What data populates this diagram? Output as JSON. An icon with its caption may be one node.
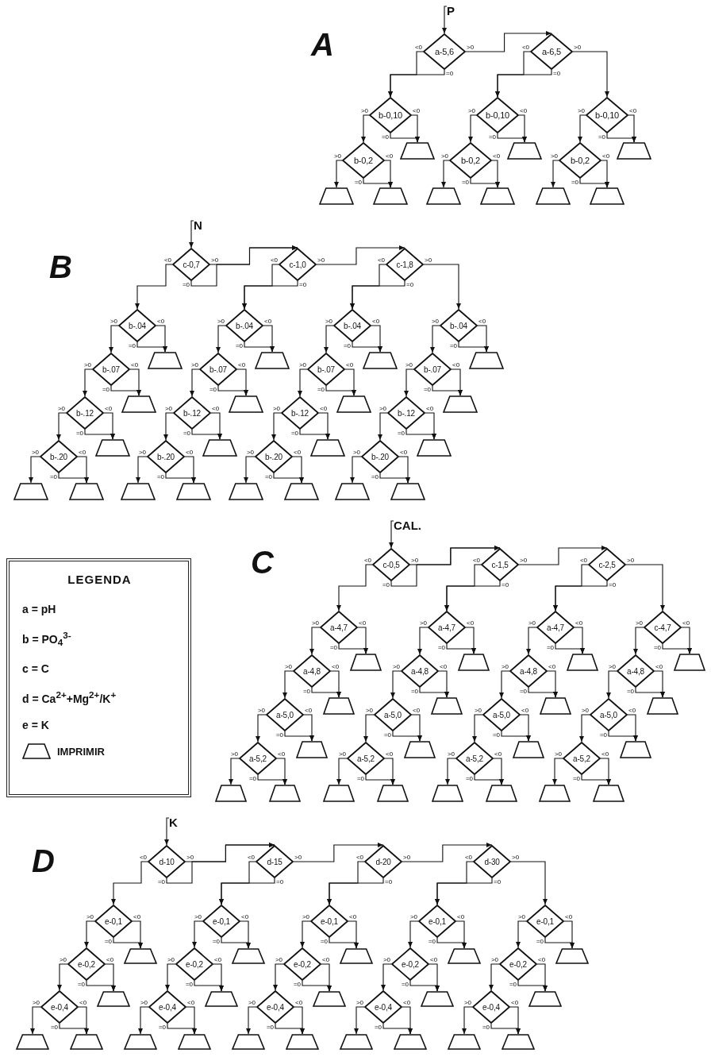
{
  "diagram": {
    "nodes": [
      {
        "text": [
          "P"
        ]
      },
      {
        "text": [
          "a-5,6"
        ]
      },
      {
        "text": [
          "a-6,5"
        ]
      },
      {
        "text": [
          "b-0,10"
        ]
      },
      {
        "text": [],
        "shape": "trapezoid"
      },
      {
        "text": [
          "b-0,2"
        ]
      },
      {
        "text": [],
        "shape": "trapezoid"
      },
      {
        "text": [],
        "shape": "trapezoid"
      },
      {
        "text": [
          "b-0,10"
        ]
      },
      {
        "text": [],
        "shape": "trapezoid"
      },
      {
        "text": [
          "b-0,2"
        ]
      },
      {
        "text": [],
        "shape": "trapezoid"
      },
      {
        "text": [],
        "shape": "trapezoid"
      },
      {
        "text": [
          "b-0,10"
        ]
      },
      {
        "text": [],
        "shape": "trapezoid"
      },
      {
        "text": [
          "b-0,2"
        ]
      },
      {
        "text": [],
        "shape": "trapezoid"
      },
      {
        "text": [],
        "shape": "trapezoid"
      },
      {
        "text": [
          "N"
        ]
      },
      {
        "text": [
          "c-0,7"
        ]
      },
      {
        "text": [
          "c-1,0"
        ]
      },
      {
        "text": [
          "c-1,8"
        ]
      },
      {
        "text": [
          "b-.04"
        ]
      },
      {
        "text": [],
        "shape": "trapezoid"
      },
      {
        "text": [
          "b-.07"
        ]
      },
      {
        "text": [],
        "shape": "trapezoid"
      },
      {
        "text": [
          "b-.12"
        ]
      },
      {
        "text": [],
        "shape": "trapezoid"
      },
      {
        "text": [
          "b-.20"
        ]
      },
      {
        "text": [],
        "shape": "trapezoid"
      },
      {
        "text": [],
        "shape": "trapezoid"
      },
      {
        "text": [
          "b-.04"
        ]
      },
      {
        "text": [],
        "shape": "trapezoid"
      },
      {
        "text": [
          "b-.07"
        ]
      },
      {
        "text": [],
        "shape": "trapezoid"
      },
      {
        "text": [
          "b-.12"
        ]
      },
      {
        "text": [],
        "shape": "trapezoid"
      },
      {
        "text": [
          "b-.20"
        ]
      },
      {
        "text": [],
        "shape": "trapezoid"
      },
      {
        "text": [],
        "shape": "trapezoid"
      },
      {
        "text": [
          "b-.04"
        ]
      },
      {
        "text": [],
        "shape": "trapezoid"
      },
      {
        "text": [
          "b-.07"
        ]
      },
      {
        "text": [],
        "shape": "trapezoid"
      },
      {
        "text": [
          "b-.12"
        ]
      },
      {
        "text": [],
        "shape": "trapezoid"
      },
      {
        "text": [
          "b-.20"
        ]
      },
      {
        "text": [],
        "shape": "trapezoid"
      },
      {
        "text": [],
        "shape": "trapezoid"
      },
      {
        "text": [
          "b-.04"
        ]
      },
      {
        "text": [],
        "shape": "trapezoid"
      },
      {
        "text": [
          "b-.07"
        ]
      },
      {
        "text": [],
        "shape": "trapezoid"
      },
      {
        "text": [
          "b-.12"
        ]
      },
      {
        "text": [],
        "shape": "trapezoid"
      },
      {
        "text": [
          "b-.20"
        ]
      },
      {
        "text": [],
        "shape": "trapezoid"
      },
      {
        "text": [],
        "shape": "trapezoid"
      },
      {
        "text": [
          "CAL."
        ]
      },
      {
        "text": [
          "c-0,5"
        ]
      },
      {
        "text": [
          "c-1,5"
        ]
      },
      {
        "text": [
          "c-2,5"
        ]
      },
      {
        "text": [
          "a-4,7"
        ]
      },
      {
        "text": [],
        "shape": "trapezoid"
      },
      {
        "text": [
          "a-4,8"
        ]
      },
      {
        "text": [],
        "shape": "trapezoid"
      },
      {
        "text": [
          "a-5,0"
        ]
      },
      {
        "text": [],
        "shape": "trapezoid"
      },
      {
        "text": [
          "a-5,2"
        ]
      },
      {
        "text": [],
        "shape": "trapezoid"
      },
      {
        "text": [],
        "shape": "trapezoid"
      },
      {
        "text": [
          "a-4,7"
        ]
      },
      {
        "text": [],
        "shape": "trapezoid"
      },
      {
        "text": [
          "a-4,8"
        ]
      },
      {
        "text": [],
        "shape": "trapezoid"
      },
      {
        "text": [
          "a-5,0"
        ]
      },
      {
        "text": [],
        "shape": "trapezoid"
      },
      {
        "text": [
          "a-5,2"
        ]
      },
      {
        "text": [],
        "shape": "trapezoid"
      },
      {
        "text": [],
        "shape": "trapezoid"
      },
      {
        "text": [
          "a-4,7"
        ]
      },
      {
        "text": [],
        "shape": "trapezoid"
      },
      {
        "text": [
          "a-4,8"
        ]
      },
      {
        "text": [],
        "shape": "trapezoid"
      },
      {
        "text": [
          "a-5,0"
        ]
      },
      {
        "text": [],
        "shape": "trapezoid"
      },
      {
        "text": [
          "a-5,2"
        ]
      },
      {
        "text": [],
        "shape": "trapezoid"
      },
      {
        "text": [],
        "shape": "trapezoid"
      },
      {
        "text": [
          "c-4,7"
        ]
      },
      {
        "text": [],
        "shape": "trapezoid"
      },
      {
        "text": [
          "a-4,8"
        ]
      },
      {
        "text": [],
        "shape": "trapezoid"
      },
      {
        "text": [
          "a-5,0"
        ]
      },
      {
        "text": [],
        "shape": "trapezoid"
      },
      {
        "text": [
          "a-5,2"
        ]
      },
      {
        "text": [],
        "shape": "trapezoid"
      },
      {
        "text": [],
        "shape": "trapezoid"
      },
      {
        "text": [
          "K"
        ]
      },
      {
        "text": [
          "d-10"
        ]
      },
      {
        "text": [
          "d-15"
        ]
      },
      {
        "text": [
          "d-20"
        ]
      },
      {
        "text": [
          "d-30"
        ]
      },
      {
        "text": [
          "e-0,1"
        ]
      },
      {
        "text": [],
        "shape": "trapezoid"
      },
      {
        "text": [
          "e-0,2"
        ]
      },
      {
        "text": [],
        "shape": "trapezoid"
      },
      {
        "text": [
          "e-0,4"
        ]
      },
      {
        "text": [],
        "shape": "trapezoid"
      },
      {
        "text": [],
        "shape": "trapezoid"
      },
      {
        "text": [
          "e-0,1"
        ]
      },
      {
        "text": [],
        "shape": "trapezoid"
      },
      {
        "text": [
          "e-0,2"
        ]
      },
      {
        "text": [],
        "shape": "trapezoid"
      },
      {
        "text": [
          "e-0,4"
        ]
      },
      {
        "text": [],
        "shape": "trapezoid"
      },
      {
        "text": [],
        "shape": "trapezoid"
      },
      {
        "text": [
          "e-0,1"
        ]
      },
      {
        "text": [],
        "shape": "trapezoid"
      },
      {
        "text": [
          "e-0,2"
        ]
      },
      {
        "text": [],
        "shape": "trapezoid"
      },
      {
        "text": [
          "e-0,4"
        ]
      },
      {
        "text": [],
        "shape": "trapezoid"
      },
      {
        "text": [],
        "shape": "trapezoid"
      },
      {
        "text": [
          "e-0,1"
        ]
      },
      {
        "text": [],
        "shape": "trapezoid"
      },
      {
        "text": [
          "e-0,2"
        ]
      },
      {
        "text": [],
        "shape": "trapezoid"
      },
      {
        "text": [
          "e-0,4"
        ]
      },
      {
        "text": [],
        "shape": "trapezoid"
      },
      {
        "text": [],
        "shape": "trapezoid"
      },
      {
        "text": [
          "e-0,1"
        ]
      },
      {
        "text": [],
        "shape": "trapezoid"
      },
      {
        "text": [
          "e-0,2"
        ]
      },
      {
        "text": [],
        "shape": "trapezoid"
      },
      {
        "text": [
          "e-0,4"
        ]
      },
      {
        "text": [],
        "shape": "trapezoid"
      },
      {
        "text": [],
        "shape": "trapezoid"
      }
    ],
    "edges": [
      {
        "from": 0,
        "to": 1,
        "arrow": "to"
      },
      {
        "from": 1,
        "to": 3,
        "arrow": "to",
        "label": "<0"
      },
      {
        "from": 1,
        "to": 3,
        "arrow": "to",
        "label": "=0"
      },
      {
        "from": 1,
        "to": 2,
        "arrow": "to",
        "label": ">0"
      },
      {
        "from": 2,
        "to": 8,
        "arrow": "to",
        "label": "<0"
      },
      {
        "from": 2,
        "to": 8,
        "arrow": "to",
        "label": "=0"
      },
      {
        "from": 2,
        "to": 13,
        "arrow": "to",
        "label": ">0"
      },
      {
        "from": 3,
        "to": 5,
        "arrow": "to",
        "label": ">0"
      },
      {
        "from": 3,
        "to": 4,
        "arrow": "to",
        "label": "=0"
      },
      {
        "from": 3,
        "to": 4,
        "arrow": "to",
        "label": "<0"
      },
      {
        "from": 5,
        "to": 6,
        "arrow": "to",
        "label": ">0"
      },
      {
        "from": 5,
        "to": 7,
        "arrow": "to",
        "label": "=0"
      },
      {
        "from": 5,
        "to": 7,
        "arrow": "to",
        "label": "<0"
      },
      {
        "from": 8,
        "to": 10,
        "arrow": "to",
        "label": ">0"
      },
      {
        "from": 8,
        "to": 9,
        "arrow": "to",
        "label": "=0"
      },
      {
        "from": 8,
        "to": 9,
        "arrow": "to",
        "label": "<0"
      },
      {
        "from": 10,
        "to": 11,
        "arrow": "to",
        "label": ">0"
      },
      {
        "from": 10,
        "to": 12,
        "arrow": "to",
        "label": "=0"
      },
      {
        "from": 10,
        "to": 12,
        "arrow": "to",
        "label": "<0"
      },
      {
        "from": 13,
        "to": 15,
        "arrow": "to",
        "label": ">0"
      },
      {
        "from": 13,
        "to": 14,
        "arrow": "to",
        "label": "=0"
      },
      {
        "from": 13,
        "to": 14,
        "arrow": "to",
        "label": "<0"
      },
      {
        "from": 15,
        "to": 16,
        "arrow": "to",
        "label": ">0"
      },
      {
        "from": 15,
        "to": 17,
        "arrow": "to",
        "label": "=0"
      },
      {
        "from": 15,
        "to": 17,
        "arrow": "to",
        "label": "<0"
      },
      {
        "from": 18,
        "to": 19,
        "arrow": "to"
      },
      {
        "from": 19,
        "to": 22,
        "arrow": "to",
        "label": "<0"
      },
      {
        "from": 19,
        "to": 20,
        "arrow": "to",
        "label": "=0"
      },
      {
        "from": 19,
        "to": 20,
        "arrow": "to",
        "label": ">0"
      },
      {
        "from": 20,
        "to": 31,
        "arrow": "to",
        "label": "<0"
      },
      {
        "from": 20,
        "to": 31,
        "arrow": "to",
        "label": "=0"
      },
      {
        "from": 20,
        "to": 21,
        "arrow": "to",
        "label": ">0"
      },
      {
        "from": 21,
        "to": 40,
        "arrow": "to",
        "label": "<0"
      },
      {
        "from": 21,
        "to": 40,
        "arrow": "to",
        "label": "=0"
      },
      {
        "from": 21,
        "to": 49,
        "arrow": "to",
        "label": ">0"
      },
      {
        "from": 22,
        "to": 24,
        "arrow": "to",
        "label": ">0"
      },
      {
        "from": 22,
        "to": 23,
        "arrow": "to",
        "label": "=0"
      },
      {
        "from": 22,
        "to": 23,
        "arrow": "to",
        "label": "<0"
      },
      {
        "from": 24,
        "to": 26,
        "arrow": "to",
        "label": ">0"
      },
      {
        "from": 24,
        "to": 25,
        "arrow": "to",
        "label": "=0"
      },
      {
        "from": 24,
        "to": 25,
        "arrow": "to",
        "label": "<0"
      },
      {
        "from": 26,
        "to": 28,
        "arrow": "to",
        "label": ">0"
      },
      {
        "from": 26,
        "to": 27,
        "arrow": "to",
        "label": "=0"
      },
      {
        "from": 26,
        "to": 27,
        "arrow": "to",
        "label": "<0"
      },
      {
        "from": 28,
        "to": 29,
        "arrow": "to",
        "label": ">0"
      },
      {
        "from": 28,
        "to": 30,
        "arrow": "to",
        "label": "=0"
      },
      {
        "from": 28,
        "to": 30,
        "arrow": "to",
        "label": "<0"
      },
      {
        "from": 31,
        "to": 33,
        "arrow": "to",
        "label": ">0"
      },
      {
        "from": 31,
        "to": 32,
        "arrow": "to",
        "label": "=0"
      },
      {
        "from": 31,
        "to": 32,
        "arrow": "to",
        "label": "<0"
      },
      {
        "from": 33,
        "to": 35,
        "arrow": "to",
        "label": ">0"
      },
      {
        "from": 33,
        "to": 34,
        "arrow": "to",
        "label": "=0"
      },
      {
        "from": 33,
        "to": 34,
        "arrow": "to",
        "label": "<0"
      },
      {
        "from": 35,
        "to": 37,
        "arrow": "to",
        "label": ">0"
      },
      {
        "from": 35,
        "to": 36,
        "arrow": "to",
        "label": "=0"
      },
      {
        "from": 35,
        "to": 36,
        "arrow": "to",
        "label": "<0"
      },
      {
        "from": 37,
        "to": 38,
        "arrow": "to",
        "label": ">0"
      },
      {
        "from": 37,
        "to": 39,
        "arrow": "to",
        "label": "=0"
      },
      {
        "from": 37,
        "to": 39,
        "arrow": "to",
        "label": "<0"
      },
      {
        "from": 40,
        "to": 42,
        "arrow": "to",
        "label": ">0"
      },
      {
        "from": 40,
        "to": 41,
        "arrow": "to",
        "label": "=0"
      },
      {
        "from": 40,
        "to": 41,
        "arrow": "to",
        "label": "<0"
      },
      {
        "from": 42,
        "to": 44,
        "arrow": "to",
        "label": ">0"
      },
      {
        "from": 42,
        "to": 43,
        "arrow": "to",
        "label": "=0"
      },
      {
        "from": 42,
        "to": 43,
        "arrow": "to",
        "label": "<0"
      },
      {
        "from": 44,
        "to": 46,
        "arrow": "to",
        "label": ">0"
      },
      {
        "from": 44,
        "to": 45,
        "arrow": "to",
        "label": "=0"
      },
      {
        "from": 44,
        "to": 45,
        "arrow": "to",
        "label": "<0"
      },
      {
        "from": 46,
        "to": 47,
        "arrow": "to",
        "label": ">0"
      },
      {
        "from": 46,
        "to": 48,
        "arrow": "to",
        "label": "=0"
      },
      {
        "from": 46,
        "to": 48,
        "arrow": "to",
        "label": "<0"
      },
      {
        "from": 49,
        "to": 51,
        "arrow": "to",
        "label": ">0"
      },
      {
        "from": 49,
        "to": 50,
        "arrow": "to",
        "label": "=0"
      },
      {
        "from": 49,
        "to": 50,
        "arrow": "to",
        "label": "<0"
      },
      {
        "from": 51,
        "to": 53,
        "arrow": "to",
        "label": ">0"
      },
      {
        "from": 51,
        "to": 52,
        "arrow": "to",
        "label": "=0"
      },
      {
        "from": 51,
        "to": 52,
        "arrow": "to",
        "label": "<0"
      },
      {
        "from": 53,
        "to": 55,
        "arrow": "to",
        "label": ">0"
      },
      {
        "from": 53,
        "to": 54,
        "arrow": "to",
        "label": "=0"
      },
      {
        "from": 53,
        "to": 54,
        "arrow": "to",
        "label": "<0"
      },
      {
        "from": 55,
        "to": 56,
        "arrow": "to",
        "label": ">0"
      },
      {
        "from": 55,
        "to": 57,
        "arrow": "to",
        "label": "=0"
      },
      {
        "from": 55,
        "to": 57,
        "arrow": "to",
        "label": "<0"
      },
      {
        "from": 58,
        "to": 59,
        "arrow": "to"
      },
      {
        "from": 59,
        "to": 62,
        "arrow": "to",
        "label": "<0"
      },
      {
        "from": 59,
        "to": 60,
        "arrow": "to",
        "label": "=0"
      },
      {
        "from": 59,
        "to": 60,
        "arrow": "to",
        "label": ">0"
      },
      {
        "from": 60,
        "to": 71,
        "arrow": "to",
        "label": "<0"
      },
      {
        "from": 60,
        "to": 71,
        "arrow": "to",
        "label": "=0"
      },
      {
        "from": 60,
        "to": 61,
        "arrow": "to",
        "label": ">0"
      },
      {
        "from": 61,
        "to": 80,
        "arrow": "to",
        "label": "<0"
      },
      {
        "from": 61,
        "to": 80,
        "arrow": "to",
        "label": "=0"
      },
      {
        "from": 61,
        "to": 89,
        "arrow": "to",
        "label": ">0"
      },
      {
        "from": 62,
        "to": 64,
        "arrow": "to",
        "label": ">0"
      },
      {
        "from": 62,
        "to": 63,
        "arrow": "to",
        "label": "=0"
      },
      {
        "from": 62,
        "to": 63,
        "arrow": "to",
        "label": "<0"
      },
      {
        "from": 64,
        "to": 66,
        "arrow": "to",
        "label": ">0"
      },
      {
        "from": 64,
        "to": 65,
        "arrow": "to",
        "label": "=0"
      },
      {
        "from": 64,
        "to": 65,
        "arrow": "to",
        "label": "<0"
      },
      {
        "from": 66,
        "to": 68,
        "arrow": "to",
        "label": ">0"
      },
      {
        "from": 66,
        "to": 67,
        "arrow": "to",
        "label": "=0"
      },
      {
        "from": 66,
        "to": 67,
        "arrow": "to",
        "label": "<0"
      },
      {
        "from": 68,
        "to": 69,
        "arrow": "to",
        "label": ">0"
      },
      {
        "from": 68,
        "to": 70,
        "arrow": "to",
        "label": "=0"
      },
      {
        "from": 68,
        "to": 70,
        "arrow": "to",
        "label": "<0"
      },
      {
        "from": 71,
        "to": 73,
        "arrow": "to",
        "label": ">0"
      },
      {
        "from": 71,
        "to": 72,
        "arrow": "to",
        "label": "=0"
      },
      {
        "from": 71,
        "to": 72,
        "arrow": "to",
        "label": "<0"
      },
      {
        "from": 73,
        "to": 75,
        "arrow": "to",
        "label": ">0"
      },
      {
        "from": 73,
        "to": 74,
        "arrow": "to",
        "label": "=0"
      },
      {
        "from": 73,
        "to": 74,
        "arrow": "to",
        "label": "<0"
      },
      {
        "from": 75,
        "to": 77,
        "arrow": "to",
        "label": ">0"
      },
      {
        "from": 75,
        "to": 76,
        "arrow": "to",
        "label": "=0"
      },
      {
        "from": 75,
        "to": 76,
        "arrow": "to",
        "label": "<0"
      },
      {
        "from": 77,
        "to": 78,
        "arrow": "to",
        "label": ">0"
      },
      {
        "from": 77,
        "to": 79,
        "arrow": "to",
        "label": "=0"
      },
      {
        "from": 77,
        "to": 79,
        "arrow": "to",
        "label": "<0"
      },
      {
        "from": 80,
        "to": 82,
        "arrow": "to",
        "label": ">0"
      },
      {
        "from": 80,
        "to": 81,
        "arrow": "to",
        "label": "=0"
      },
      {
        "from": 80,
        "to": 81,
        "arrow": "to",
        "label": "<0"
      },
      {
        "from": 82,
        "to": 84,
        "arrow": "to",
        "label": ">0"
      },
      {
        "from": 82,
        "to": 83,
        "arrow": "to",
        "label": "=0"
      },
      {
        "from": 82,
        "to": 83,
        "arrow": "to",
        "label": "<0"
      },
      {
        "from": 84,
        "to": 86,
        "arrow": "to",
        "label": ">0"
      },
      {
        "from": 84,
        "to": 85,
        "arrow": "to",
        "label": "=0"
      },
      {
        "from": 84,
        "to": 85,
        "arrow": "to",
        "label": "<0"
      },
      {
        "from": 86,
        "to": 87,
        "arrow": "to",
        "label": ">0"
      },
      {
        "from": 86,
        "to": 88,
        "arrow": "to",
        "label": "=0"
      },
      {
        "from": 86,
        "to": 88,
        "arrow": "to",
        "label": "<0"
      },
      {
        "from": 89,
        "to": 91,
        "arrow": "to",
        "label": ">0"
      },
      {
        "from": 89,
        "to": 90,
        "arrow": "to",
        "label": "=0"
      },
      {
        "from": 89,
        "to": 90,
        "arrow": "to",
        "label": "<0"
      },
      {
        "from": 91,
        "to": 93,
        "arrow": "to",
        "label": ">0"
      },
      {
        "from": 91,
        "to": 92,
        "arrow": "to",
        "label": "=0"
      },
      {
        "from": 91,
        "to": 92,
        "arrow": "to",
        "label": "<0"
      },
      {
        "from": 93,
        "to": 95,
        "arrow": "to",
        "label": ">0"
      },
      {
        "from": 93,
        "to": 94,
        "arrow": "to",
        "label": "=0"
      },
      {
        "from": 93,
        "to": 94,
        "arrow": "to",
        "label": "<0"
      },
      {
        "from": 95,
        "to": 96,
        "arrow": "to",
        "label": ">0"
      },
      {
        "from": 95,
        "to": 97,
        "arrow": "to",
        "label": "=0"
      },
      {
        "from": 95,
        "to": 97,
        "arrow": "to",
        "label": "<0"
      },
      {
        "from": 98,
        "to": 99,
        "arrow": "to"
      },
      {
        "from": 99,
        "to": 103,
        "arrow": "to",
        "label": "<0"
      },
      {
        "from": 99,
        "to": 100,
        "arrow": "to",
        "label": "=0"
      },
      {
        "from": 99,
        "to": 100,
        "arrow": "to",
        "label": ">0"
      },
      {
        "from": 100,
        "to": 110,
        "arrow": "to",
        "label": "<0"
      },
      {
        "from": 100,
        "to": 110,
        "arrow": "to",
        "label": "=0"
      },
      {
        "from": 100,
        "to": 101,
        "arrow": "to",
        "label": ">0"
      },
      {
        "from": 101,
        "to": 117,
        "arrow": "to",
        "label": "<0"
      },
      {
        "from": 101,
        "to": 117,
        "arrow": "to",
        "label": "=0"
      },
      {
        "from": 101,
        "to": 102,
        "arrow": "to",
        "label": ">0"
      },
      {
        "from": 102,
        "to": 124,
        "arrow": "to",
        "label": "<0"
      },
      {
        "from": 102,
        "to": 124,
        "arrow": "to",
        "label": "=0"
      },
      {
        "from": 102,
        "to": 131,
        "arrow": "to",
        "label": ">0"
      },
      {
        "from": 103,
        "to": 105,
        "arrow": "to",
        "label": ">0"
      },
      {
        "from": 103,
        "to": 104,
        "arrow": "to",
        "label": "=0"
      },
      {
        "from": 103,
        "to": 104,
        "arrow": "to",
        "label": "<0"
      },
      {
        "from": 105,
        "to": 107,
        "arrow": "to",
        "label": ">0"
      },
      {
        "from": 105,
        "to": 106,
        "arrow": "to",
        "label": "=0"
      },
      {
        "from": 105,
        "to": 106,
        "arrow": "to",
        "label": "<0"
      },
      {
        "from": 107,
        "to": 108,
        "arrow": "to",
        "label": ">0"
      },
      {
        "from": 107,
        "to": 109,
        "arrow": "to",
        "label": "=0"
      },
      {
        "from": 107,
        "to": 109,
        "arrow": "to",
        "label": "<0"
      },
      {
        "from": 110,
        "to": 112,
        "arrow": "to",
        "label": ">0"
      },
      {
        "from": 110,
        "to": 111,
        "arrow": "to",
        "label": "=0"
      },
      {
        "from": 110,
        "to": 111,
        "arrow": "to",
        "label": "<0"
      },
      {
        "from": 112,
        "to": 114,
        "arrow": "to",
        "label": ">0"
      },
      {
        "from": 112,
        "to": 113,
        "arrow": "to",
        "label": "=0"
      },
      {
        "from": 112,
        "to": 113,
        "arrow": "to",
        "label": "<0"
      },
      {
        "from": 114,
        "to": 115,
        "arrow": "to",
        "label": ">0"
      },
      {
        "from": 114,
        "to": 116,
        "arrow": "to",
        "label": "=0"
      },
      {
        "from": 114,
        "to": 116,
        "arrow": "to",
        "label": "<0"
      },
      {
        "from": 117,
        "to": 119,
        "arrow": "to",
        "label": ">0"
      },
      {
        "from": 117,
        "to": 118,
        "arrow": "to",
        "label": "=0"
      },
      {
        "from": 117,
        "to": 118,
        "arrow": "to",
        "label": "<0"
      },
      {
        "from": 119,
        "to": 121,
        "arrow": "to",
        "label": ">0"
      },
      {
        "from": 119,
        "to": 120,
        "arrow": "to",
        "label": "=0"
      },
      {
        "from": 119,
        "to": 120,
        "arrow": "to",
        "label": "<0"
      },
      {
        "from": 121,
        "to": 122,
        "arrow": "to",
        "label": ">0"
      },
      {
        "from": 121,
        "to": 123,
        "arrow": "to",
        "label": "=0"
      },
      {
        "from": 121,
        "to": 123,
        "arrow": "to",
        "label": "<0"
      },
      {
        "from": 124,
        "to": 126,
        "arrow": "to",
        "label": ">0"
      },
      {
        "from": 124,
        "to": 125,
        "arrow": "to",
        "label": "=0"
      },
      {
        "from": 124,
        "to": 125,
        "arrow": "to",
        "label": "<0"
      },
      {
        "from": 126,
        "to": 128,
        "arrow": "to",
        "label": ">0"
      },
      {
        "from": 126,
        "to": 127,
        "arrow": "to",
        "label": "=0"
      },
      {
        "from": 126,
        "to": 127,
        "arrow": "to",
        "label": "<0"
      },
      {
        "from": 128,
        "to": 129,
        "arrow": "to",
        "label": ">0"
      },
      {
        "from": 128,
        "to": 130,
        "arrow": "to",
        "label": "=0"
      },
      {
        "from": 128,
        "to": 130,
        "arrow": "to",
        "label": "<0"
      },
      {
        "from": 131,
        "to": 133,
        "arrow": "to",
        "label": ">0"
      },
      {
        "from": 131,
        "to": 132,
        "arrow": "to",
        "label": "=0"
      },
      {
        "from": 131,
        "to": 132,
        "arrow": "to",
        "label": "<0"
      },
      {
        "from": 133,
        "to": 135,
        "arrow": "to",
        "label": ">0"
      },
      {
        "from": 133,
        "to": 134,
        "arrow": "to",
        "label": "=0"
      },
      {
        "from": 133,
        "to": 134,
        "arrow": "to",
        "label": "<0"
      },
      {
        "from": 135,
        "to": 136,
        "arrow": "to",
        "label": ">0"
      },
      {
        "from": 135,
        "to": 137,
        "arrow": "to",
        "label": "=0"
      },
      {
        "from": 135,
        "to": 137,
        "arrow": "to",
        "label": "<0"
      }
    ],
    "labels": [
      "A",
      "B",
      "C",
      "LEGENDA",
      "a = pH",
      "b = PO$_{4}$$^{3-}$",
      "c = C",
      "d = Ca$^{2+}$+Mg$^{2+}$/K$^{+}$",
      "e = K",
      "D"
    ],
    "legend": [
      {
        "text": "IMPRIMIR"
      }
    ]
  }
}
